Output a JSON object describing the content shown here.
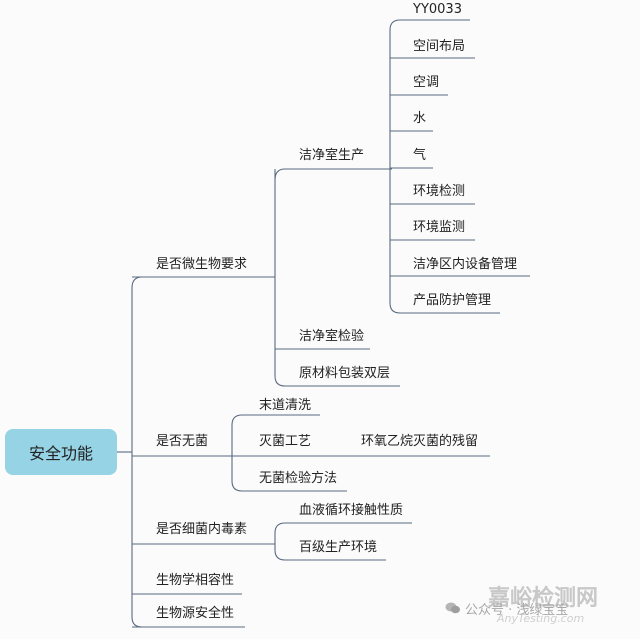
{
  "root": "安全功能",
  "branch1": {
    "label": "是否微生物要求",
    "clean_production": {
      "label": "洁净室生产",
      "items": [
        "YY0033",
        "空间布局",
        "空调",
        "水",
        "气",
        "环境检测",
        "环境监测",
        "洁净区内设备管理",
        "产品防护管理"
      ]
    },
    "clean_inspection": "洁净室检验",
    "raw_material": "原材料包装双层"
  },
  "branch2": {
    "label": "是否无菌",
    "children": [
      "末道清洗",
      "灭菌工艺",
      "无菌检验方法"
    ],
    "sterilization_child": "环氧乙烷灭菌的残留"
  },
  "branch3": {
    "label": "是否细菌内毒素",
    "children": [
      "血液循环接触性质",
      "百级生产环境"
    ]
  },
  "branch4": {
    "label": "生物学相容性"
  },
  "branch5": {
    "label": "生物源安全性"
  },
  "watermark": {
    "brand": "嘉峪检测网",
    "site": "AnyTesting.com",
    "account": "公众号 · 浅绿宝宝"
  },
  "colors": {
    "root_fill": "#95d3e5",
    "line": "#5a6a80"
  }
}
